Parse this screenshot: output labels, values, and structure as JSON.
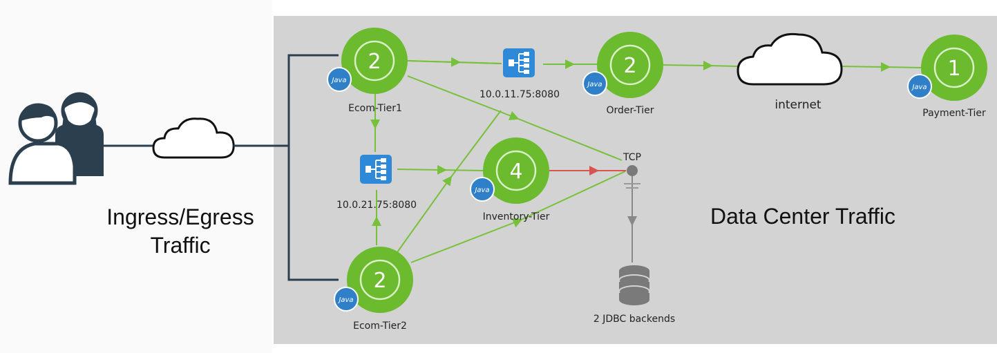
{
  "left": {
    "title_line1": "Ingress/Egress",
    "title_line2": "Traffic",
    "users_icon": "users-icon",
    "cloud_icon": "cloud-icon"
  },
  "datacenter": {
    "title": "Data Center Traffic"
  },
  "nodes": {
    "ecom_tier1": {
      "count": "2",
      "label": "Ecom-Tier1",
      "badge": "Java"
    },
    "ecom_tier2": {
      "count": "2",
      "label": "Ecom-Tier2",
      "badge": "Java"
    },
    "order_tier": {
      "count": "2",
      "label": "Order-Tier",
      "badge": "Java"
    },
    "inventory_tier": {
      "count": "4",
      "label": "Inventory-Tier",
      "badge": "Java"
    },
    "payment_tier": {
      "count": "1",
      "label": "Payment-Tier",
      "badge": "Java"
    }
  },
  "load_balancers": {
    "lb1": {
      "label": "10.0.11.75:8080",
      "icon": "load-balancer-icon"
    },
    "lb2": {
      "label": "10.0.21.75:8080",
      "icon": "load-balancer-icon"
    }
  },
  "internet": {
    "label": "internet",
    "icon": "cloud-icon"
  },
  "tcp": {
    "label": "TCP"
  },
  "database": {
    "label": "2 JDBC backends",
    "icon": "database-icon"
  },
  "colors": {
    "node_green": "#6cbb2f",
    "node_ring": "#d9efc4",
    "java_badge": "#2f7fc9",
    "edge_green": "#77c13a",
    "edge_red": "#d9534f",
    "lb_blue": "#2e8ad8",
    "dc_panel": "#d3d3d3",
    "dark_line": "#2b3f4f"
  }
}
